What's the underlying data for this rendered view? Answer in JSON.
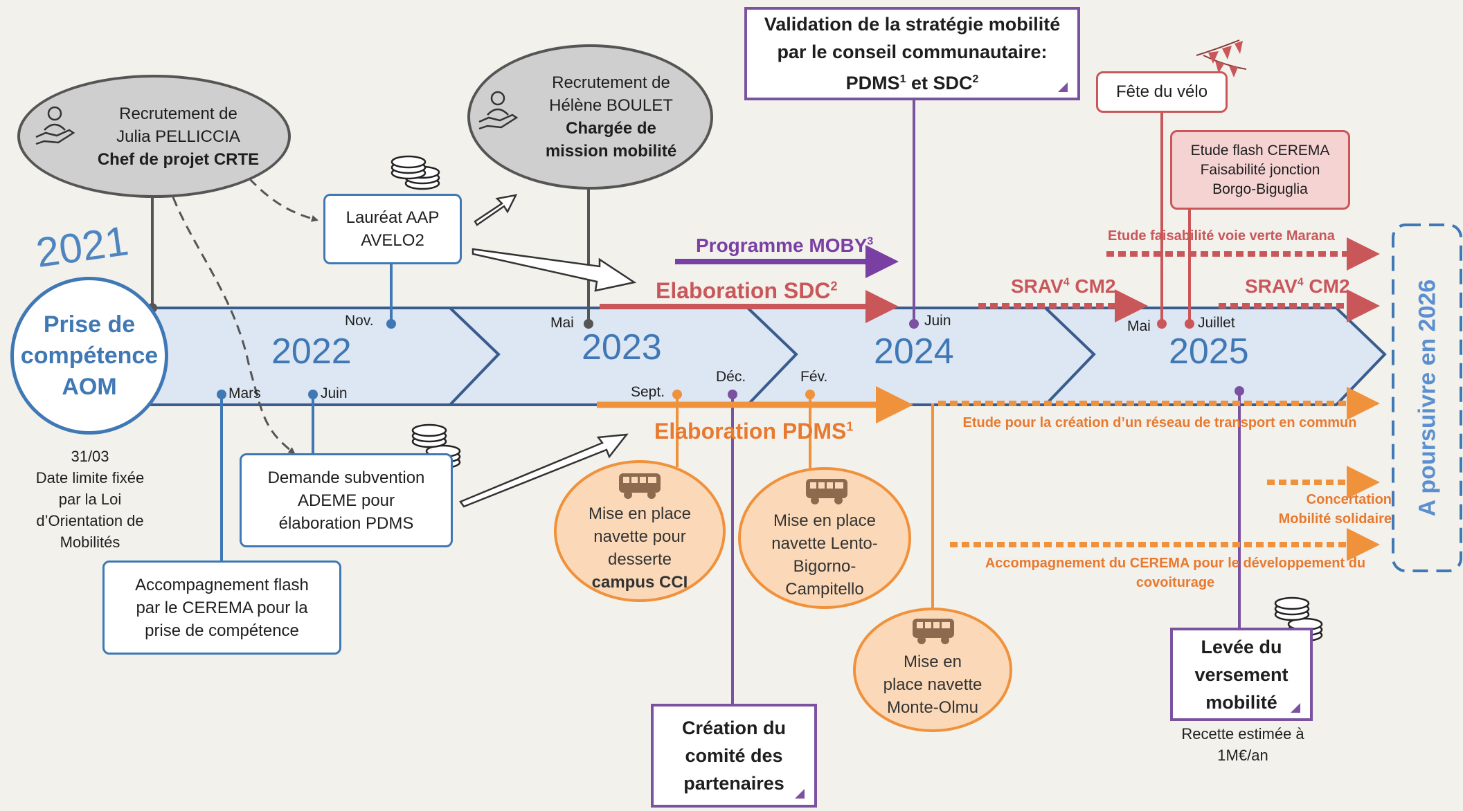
{
  "years": [
    "2021",
    "2022",
    "2023",
    "2024",
    "2025"
  ],
  "aom": {
    "line1": "Prise de",
    "line2": "compétence",
    "line3": "AOM"
  },
  "aom_note": {
    "l1": "31/03",
    "l2": "Date limite fixée",
    "l3": "par la Loi",
    "l4": "d’Orientation de",
    "l5": "Mobilités"
  },
  "months": {
    "nov": "Nov.",
    "mai_2023": "Mai",
    "juin_2024": "Juin",
    "mai_2025": "Mai",
    "juillet_2025": "Juillet",
    "mars_2022": "Mars",
    "juin_2022": "Juin",
    "sept_2023": "Sept.",
    "dec_2023": "Déc.",
    "fev_2024": "Fév."
  },
  "recruit_julia": {
    "l1": "Recrutement de",
    "l2": "Julia PELLICCIA",
    "l3": "Chef de projet CRTE"
  },
  "recruit_helene": {
    "l1": "Recrutement de",
    "l2": "Hélène BOULET",
    "l3": "Chargée de",
    "l4": "mission mobilité"
  },
  "laureat": {
    "l1": "Lauréat AAP",
    "l2": "AVELO2"
  },
  "ademe": {
    "l1": "Demande subvention",
    "l2": "ADEME pour",
    "l3": "élaboration PDMS"
  },
  "cerema_flash": {
    "l1": "Accompagnement flash",
    "l2": "par le CEREMA pour la",
    "l3": "prise de compétence"
  },
  "validation": {
    "l1": "Validation de la stratégie mobilité",
    "l2": "par le conseil communautaire:",
    "l3_a": "PDMS",
    "l3_sup1": "1",
    "l3_b": " et SDC",
    "l3_sup2": "2"
  },
  "programme_moby": {
    "text": "Programme MOBY",
    "sup": "3"
  },
  "elaboration_sdc": {
    "text": "Elaboration SDC",
    "sup": "2"
  },
  "elaboration_pdms": {
    "text": "Elaboration PDMS",
    "sup": "1"
  },
  "srav_1": {
    "a": "SRAV",
    "sup": "4",
    "b": " CM2"
  },
  "srav_2": {
    "a": "SRAV",
    "sup": "4",
    "b": " CM2"
  },
  "fete_velo": "Fête du vélo",
  "etude_flash": {
    "l1": "Etude flash CEREMA",
    "l2": "Faisabilité jonction",
    "l3": "Borgo-Biguglia"
  },
  "voie_verte": "Etude faisabilité voie verte Marana",
  "reseau": "Etude pour la création d’un réseau de transport en commun",
  "concertation": {
    "l1": "Concertation",
    "l2": "Mobilité solidaire"
  },
  "covoiturage": {
    "l1": "Accompagnement du CEREMA pour le développement du",
    "l2": "covoiturage"
  },
  "a_poursuivre": "A poursuivre en 2026",
  "navette_cci": {
    "l1": "Mise en place",
    "l2": "navette pour",
    "l3": "desserte",
    "l4": "campus CCI"
  },
  "navette_lento": {
    "l1": "Mise en place",
    "l2": "navette Lento-",
    "l3": "Bigorno-",
    "l4": "Campitello"
  },
  "navette_monte": {
    "l1": "Mise en",
    "l2": "place navette",
    "l3": "Monte-Olmu"
  },
  "comite": {
    "l1": "Création du",
    "l2": "comité des",
    "l3": "partenaires"
  },
  "versement": {
    "l1": "Levée du",
    "l2": "versement",
    "l3": "mobilité"
  },
  "recette": {
    "l1": "Recette estimée à",
    "l2": "1M€/an"
  },
  "icons": [
    "person-hand-icon",
    "coins-icon",
    "bus-icon",
    "bunting-icon"
  ],
  "colors": {
    "blue": "#3f78b4",
    "band": "#dde6f3",
    "purple": "#7a52a0",
    "red": "#c9575a",
    "orange": "#f0913c",
    "grey": "#555555"
  }
}
